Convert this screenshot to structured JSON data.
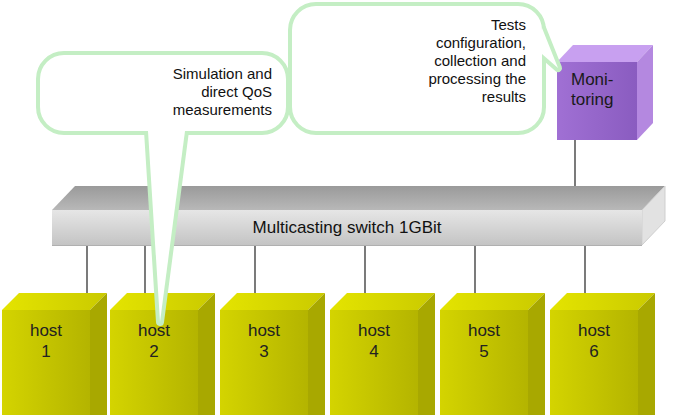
{
  "diagram": {
    "nodes": [
      {
        "text": [
          "Tests configuration, collection and processing the results"
        ]
      },
      {
        "text": [
          "Moni- toring"
        ]
      },
      {
        "text": [
          "Simulation and direct QoS measurements"
        ]
      },
      {
        "text": [
          "Multicasting switch 1GBit"
        ]
      },
      {
        "text": [
          "host 1"
        ]
      },
      {
        "text": [
          "host 2"
        ]
      },
      {
        "text": [
          "host 3"
        ]
      },
      {
        "text": [
          "host 4"
        ]
      },
      {
        "text": [
          "host 5"
        ]
      },
      {
        "text": [
          "host 6"
        ]
      }
    ],
    "edges": [
      {
        "from": 3,
        "to": 4,
        "arrow": "none"
      },
      {
        "from": 3,
        "to": 5,
        "arrow": "none"
      },
      {
        "from": 3,
        "to": 6,
        "arrow": "none"
      },
      {
        "from": 3,
        "to": 7,
        "arrow": "none"
      },
      {
        "from": 3,
        "to": 8,
        "arrow": "none"
      },
      {
        "from": 3,
        "to": 9,
        "arrow": "none"
      },
      {
        "from": 3,
        "to": 1,
        "arrow": "none"
      }
    ]
  }
}
